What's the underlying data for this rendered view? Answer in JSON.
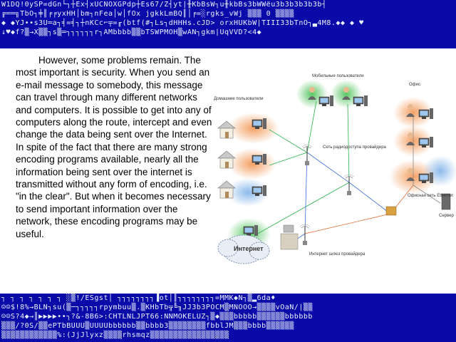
{
  "top_band_rows": [
    "W1DQ!0ySP=dGn└┐┼Ex┤xUCNOXGPdp┼Es67/Z┤yt|╫KbBsW┐u╫kbBs3bWWёu3b3b3b3b3b┤",
    "╔══╗TbO┐╪║╒╒yxHH│bm┐nFea│w│fOx jgkkLmBQ║│╒=░rgks_vWj ▒▒▒ 0 ▒▒▒▒",
    "◆ ◆YJ••s3U═a┐╡=╡┐┼nKCc⌐╤=╓(btf(#┐Ls┐dHHHs.cJD> orxHUKbW|TIII33bTnO┐▃4M8.◆◆ ◆ ♥",
    "↓♥◆f?▒→X▒▒┐s▒═┐┐┐┐┐┐r┐AMbbbb▒▒bTSWPMOH▒wAN┐gkm|UqVVD?<4◆"
  ],
  "bottom_band_rows": [
    "┐ ┐ ┐ ┐ ┐ ┐ ┐ ░▒!/ESgst│ ┐┐┐┐┐┐┐┐▐ot│║┐┐┐┐┐┐┐┐=MMK◆N┐▒▂6da♦",
    "☺☺$!8%→BLN┐su(▒─┐┐┐┐┐rpymbuu▒.▒KHbTb╦╚╖JJ3b3POCM▒MNOOO→▒▒▒▒vOaN/|▒▒",
    "☺☺S?4◆→║▶▶▶▶••┐?&‐8B6>:CHTLNLJPT66:NNMOKELUZ┐▒◆▒▒▒bbbbb▒▒▒▒▒▒bbbbbb",
    "▒▒▒/?0S/▒▒ePTbBUUU▒UUUUbbbbbb▒▒bbbb3▒▒▒▒▒▒▒▒fbblJM▒▒▒bbbb▒▒▒▒▒▒",
    "▒▒▒▒▒▒▒▒▒▒▒▒%:(JjJlyxz▒▒▒▒rhsmqz▒▒▒▒▒▒▒▒▒▒▒▒▒▒▒▒▒"
  ],
  "body_text": "However, some problems remain. The most important is security. When you send an e-mail message to somebody, this message can travel through many different networks and computers. It is possible to get into any of computers along the route, intercept and even change the data being sent over the Internet. In spite of the fact that there are many strong encoding programs available, nearly all the information being sent over the internet is transmitted without any form of encoding, i.e. \"in the clear\". But when it becomes necessary to send important information over the network, these encoding programs may be useful.",
  "diagram": {
    "home_users_label": "Домашние пользователи",
    "mobile_users_label": "Мобильные пользователи",
    "office_label": "Офис",
    "network_label": "Сеть радиодоступа провайдера",
    "internet_label": "Интернет",
    "gateway_label": "Интернет шлюз провайдера",
    "office_network_label": "Офисная сеть Ethernet",
    "server_label": "Сервер"
  },
  "colors": {
    "band": "#0a0aa8",
    "band_text": "#e8f0ff",
    "orange_zone": "#f39a5a",
    "green_zone": "#4fc45b",
    "blue_zone": "#7fb2e8"
  }
}
